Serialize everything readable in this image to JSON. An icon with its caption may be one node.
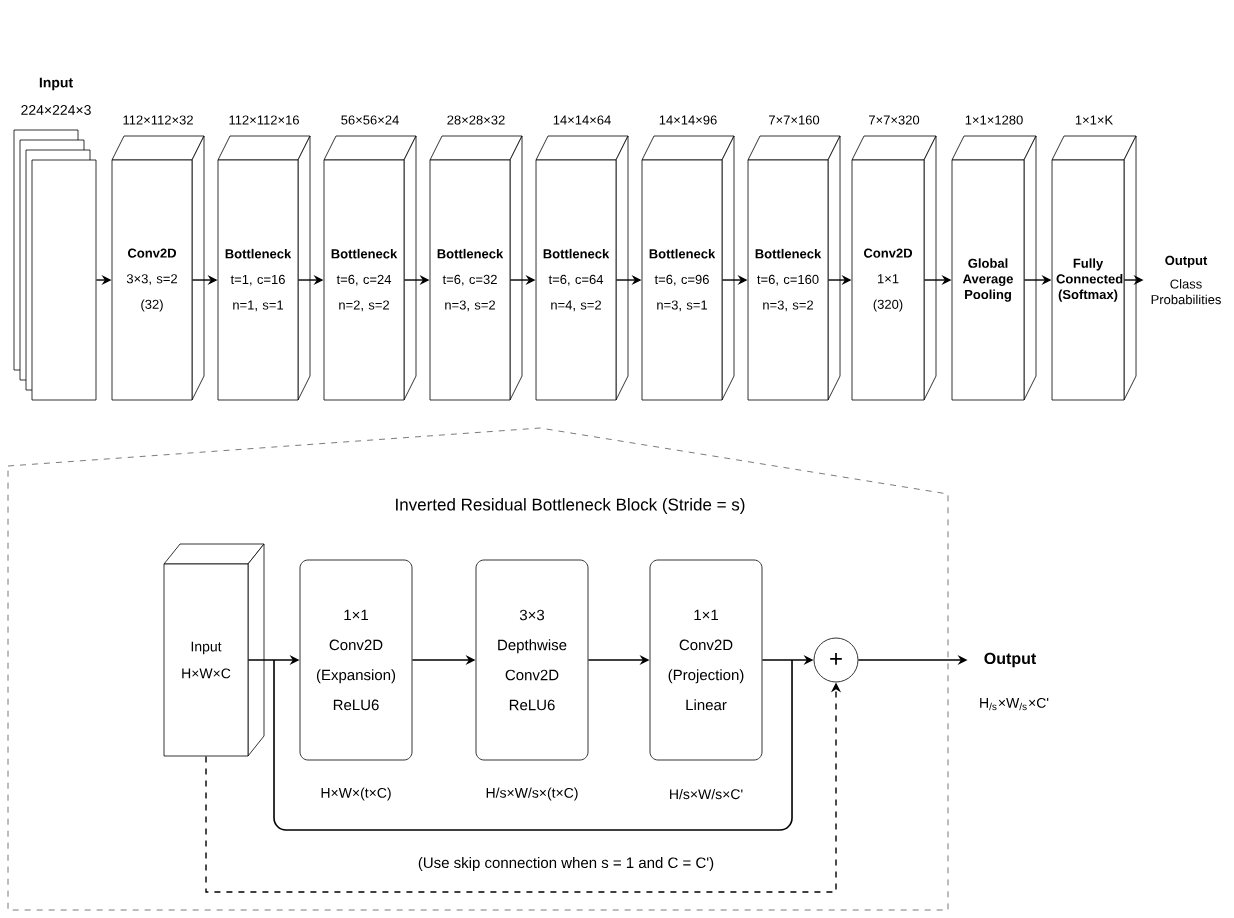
{
  "diagram": {
    "nodes": [
      {
        "text": [
          "Input",
          "224×224×3"
        ]
      },
      {
        "text": [
          "Conv2D",
          "3×3, s=2",
          "(32)"
        ],
        "beside": [
          "112×112×32"
        ]
      },
      {
        "text": [
          "Bottleneck",
          "t=1, c=16",
          "n=1, s=1"
        ],
        "beside": [
          "112×112×16"
        ]
      },
      {
        "text": [
          "Bottleneck",
          "t=6, c=24",
          "n=2, s=2"
        ],
        "beside": [
          "56×56×24"
        ]
      },
      {
        "text": [
          "Bottleneck",
          "t=6, c=32",
          "n=3, s=2"
        ],
        "beside": [
          "28×28×32"
        ]
      },
      {
        "text": [
          "Bottleneck",
          "t=6, c=64",
          "n=4, s=2"
        ],
        "beside": [
          "14×14×64"
        ]
      },
      {
        "text": [
          "Bottleneck",
          "t=6, c=96",
          "n=3, s=1"
        ],
        "beside": [
          "14×14×96"
        ]
      },
      {
        "text": [
          "Bottleneck",
          "t=6, c=160",
          "n=3, s=2"
        ],
        "beside": [
          "7×7×160"
        ]
      },
      {
        "text": [
          "Conv2D",
          "1×1",
          "(320)"
        ],
        "beside": [
          "7×7×320"
        ]
      },
      {
        "text": [
          "Global Average Pooling"
        ],
        "beside": [
          "1×1×1280"
        ]
      },
      {
        "text": [
          "Fully Connected (Softmax)"
        ],
        "beside": [
          "1×1×K"
        ]
      },
      {
        "text": [
          "Output",
          "Class Probabilities"
        ]
      },
      {
        "text": [
          "Inverted Residual Bottleneck Block (Stride = s)"
        ]
      },
      {
        "text": [
          "Input",
          "H×W×C"
        ],
        "in": 12
      },
      {
        "text": [
          "1×1",
          "Conv2D",
          "(Expansion)",
          "ReLU6"
        ],
        "beside": [
          "H×W×(t×C)"
        ],
        "in": 12
      },
      {
        "text": [
          "3×3",
          "Depthwise",
          "Conv2D",
          "ReLU6"
        ],
        "beside": [
          "H/s×W/s×(t×C)"
        ],
        "in": 12
      },
      {
        "text": [
          "1×1",
          "Conv2D",
          "(Projection)",
          "Linear"
        ],
        "beside": [
          "H/s×W/s×C'"
        ],
        "in": 12
      },
      {
        "text": [
          "+"
        ],
        "in": 12
      },
      {
        "text": [
          "Output"
        ],
        "beside": [
          "H$_{/s}$×W$_{/s}$×C'"
        ]
      }
    ],
    "edges": [
      {
        "from": 0,
        "to": 1,
        "arrow": "to"
      },
      {
        "from": 1,
        "to": 2,
        "arrow": "to"
      },
      {
        "from": 2,
        "to": 3,
        "arrow": "to"
      },
      {
        "from": 3,
        "to": 4,
        "arrow": "to"
      },
      {
        "from": 4,
        "to": 5,
        "arrow": "to"
      },
      {
        "from": 5,
        "to": 6,
        "arrow": "to"
      },
      {
        "from": 6,
        "to": 7,
        "arrow": "to"
      },
      {
        "from": 7,
        "to": 8,
        "arrow": "to"
      },
      {
        "from": 8,
        "to": 9,
        "arrow": "to"
      },
      {
        "from": 9,
        "to": 10,
        "arrow": "to"
      },
      {
        "from": 10,
        "to": 11,
        "arrow": "to"
      },
      {
        "from": 13,
        "to": 14,
        "arrow": "to"
      },
      {
        "from": 14,
        "to": 15,
        "arrow": "to"
      },
      {
        "from": 15,
        "to": 16,
        "arrow": "to"
      },
      {
        "from": 16,
        "to": 17,
        "arrow": "to"
      },
      {
        "from": 17,
        "to": 18,
        "arrow": "to"
      },
      {
        "from": 13,
        "to": 17,
        "arrow": "to",
        "style": "dashed"
      }
    ],
    "labels": [
      "(Use skip connection when s = 1 and C = C')"
    ]
  }
}
